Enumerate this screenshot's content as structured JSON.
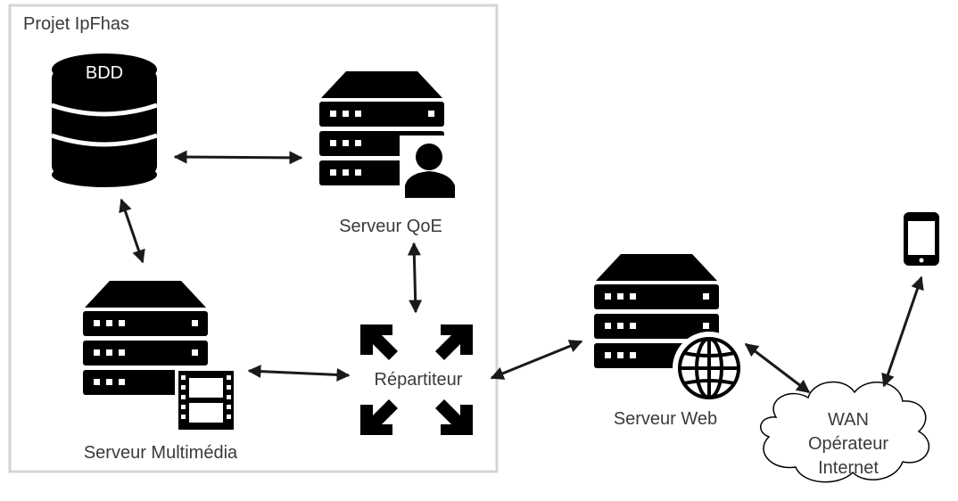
{
  "project": {
    "title": "Projet IpFhas"
  },
  "nodes": {
    "bdd": {
      "label": "BDD"
    },
    "qoe": {
      "label": "Serveur QoE"
    },
    "multimedia": {
      "label": "Serveur Multimédia"
    },
    "repartiteur": {
      "label": "Répartiteur"
    },
    "web": {
      "label": "Serveur Web"
    },
    "wan": {
      "line1": "WAN",
      "line2": "Opérateur",
      "line3": "Internet"
    }
  },
  "icons": [
    "database-icon",
    "server-icon",
    "user-icon",
    "film-icon",
    "expand-arrows-icon",
    "globe-icon",
    "smartphone-icon",
    "cloud-icon"
  ],
  "colors": {
    "ink": "#000000",
    "label": "#3a3a3a",
    "frame": "#d4d4d4"
  }
}
